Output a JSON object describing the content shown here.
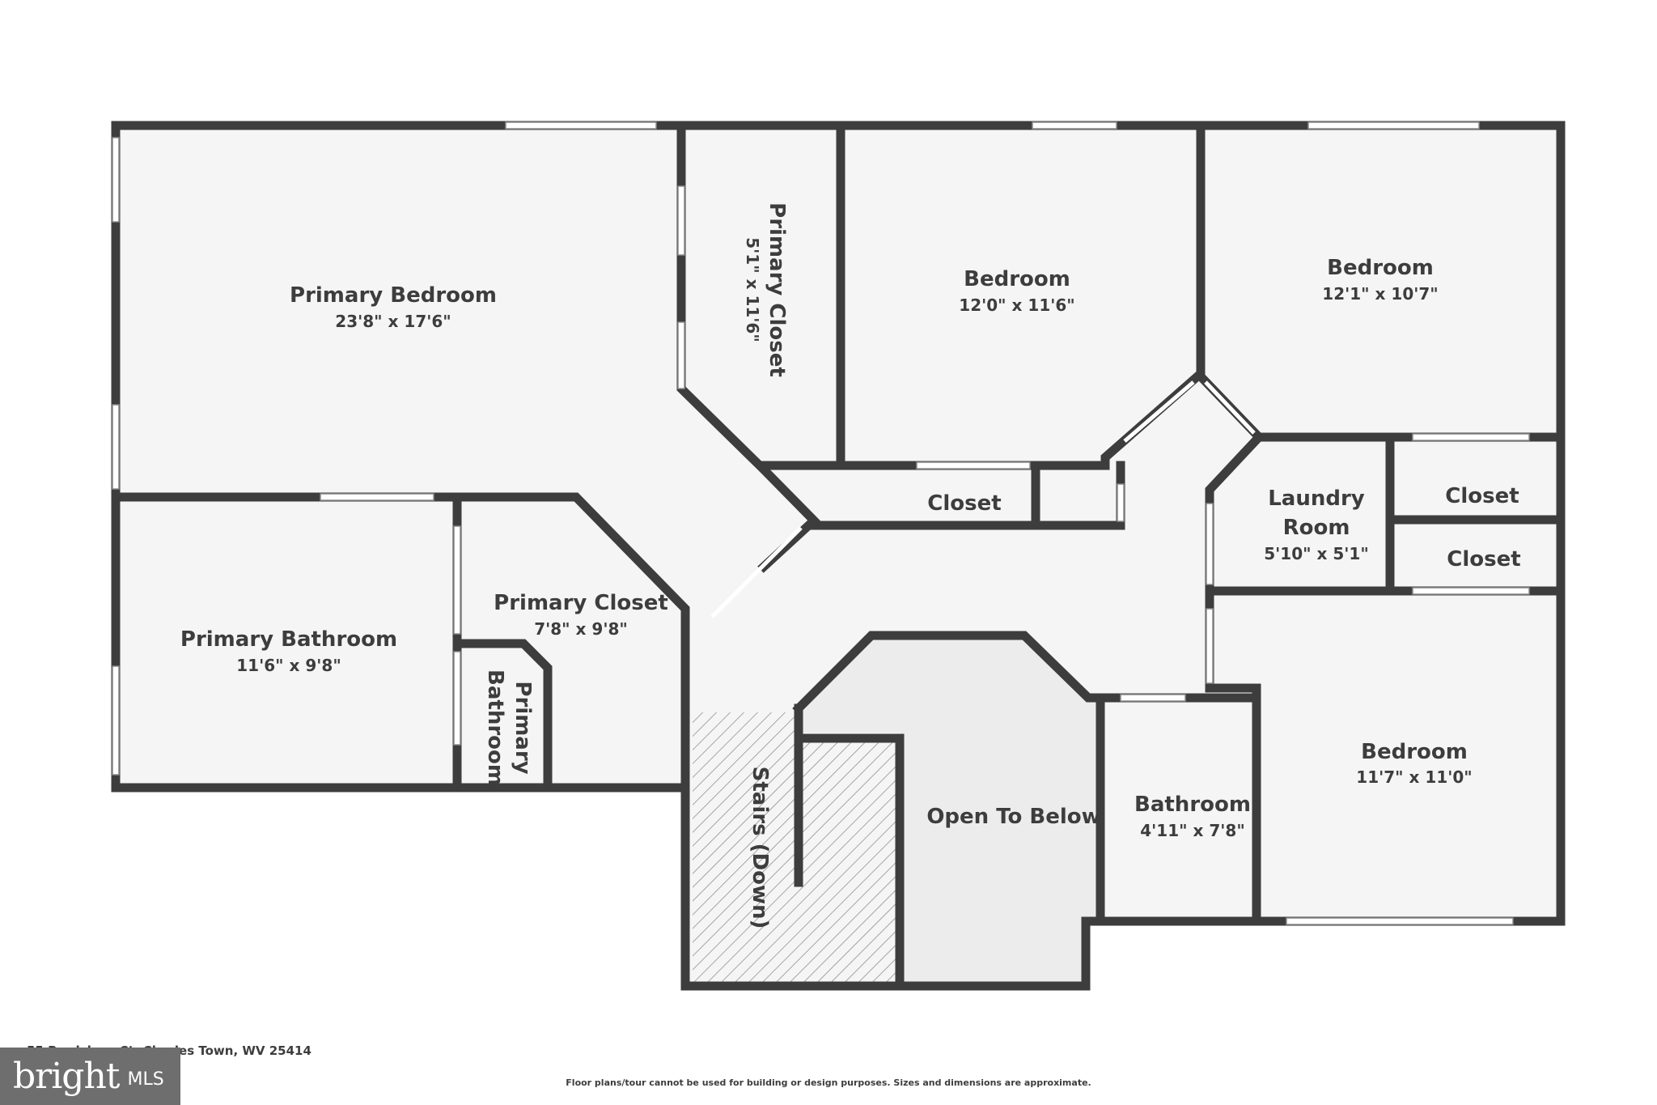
{
  "rooms": {
    "primary_bedroom": {
      "name": "Primary Bedroom",
      "dims": "23'8\" x 17'6\""
    },
    "primary_closet_top": {
      "name": "Primary Closet",
      "dims": "5'1\" x 11'6\""
    },
    "bedroom_1": {
      "name": "Bedroom",
      "dims": "12'0\" x 11'6\""
    },
    "bedroom_2": {
      "name": "Bedroom",
      "dims": "12'1\" x 10'7\""
    },
    "closet_hall": {
      "name": "Closet"
    },
    "laundry": {
      "name_line1": "Laundry",
      "name_line2": "Room",
      "dims": "5'10\" x 5'1\""
    },
    "closet_a": {
      "name": "Closet"
    },
    "closet_b": {
      "name": "Closet"
    },
    "primary_bathroom": {
      "name": "Primary Bathroom",
      "dims": "11'6\" x 9'8\""
    },
    "primary_closet_2": {
      "name": "Primary Closet",
      "dims": "7'8\" x 9'8\""
    },
    "primary_bathroom_small": {
      "name_line1": "Primary",
      "name_line2": "Bathroom"
    },
    "stairs": {
      "name": "Stairs (Down)"
    },
    "open_to_below": {
      "name": "Open To Below"
    },
    "bathroom": {
      "name": "Bathroom",
      "dims": "4'11\" x 7'8\""
    },
    "bedroom_3": {
      "name": "Bedroom",
      "dims": "11'7\" x 11'0\""
    }
  },
  "footer": {
    "address": "55 Bradshaw Ct, Charles Town, WV 25414",
    "disclaimer": "Floor plans/tour cannot be used for building or design purposes. Sizes and dimensions are approximate."
  },
  "logo": {
    "brand": "bright",
    "suffix": "MLS"
  },
  "colors": {
    "wall": "#3d3d3d",
    "floor": "#f5f5f5",
    "open_to_below": "#ececec",
    "window": "#ffffff"
  }
}
